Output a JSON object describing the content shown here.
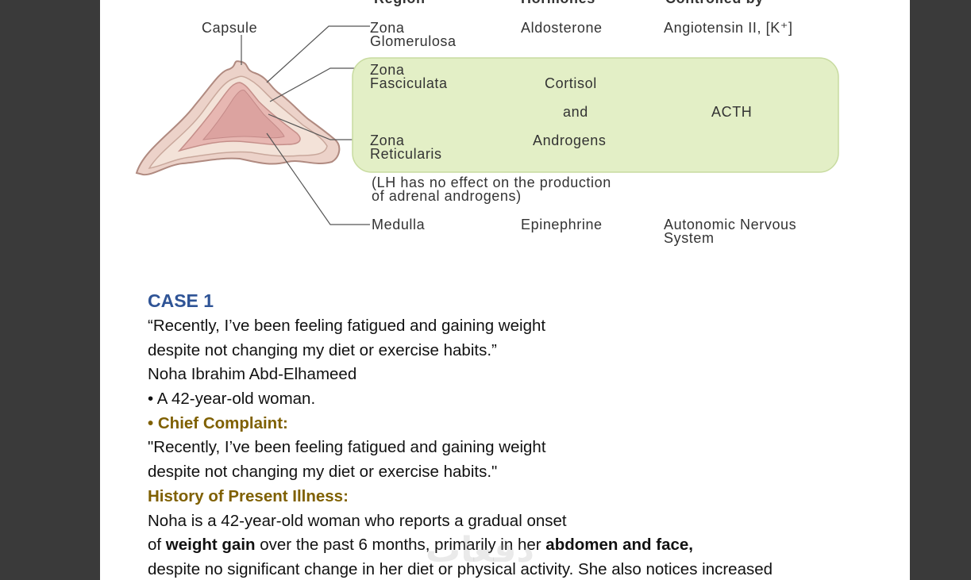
{
  "diagram": {
    "headers": {
      "region": "Region",
      "hormones": "Hormones",
      "controlled_by": "Controlled by"
    },
    "capsule_label": "Capsule",
    "zones": [
      {
        "region_line1": "Zona",
        "region_line2": "Glomerulosa",
        "hormone": "Aldosterone",
        "control": "Angiotensin II, [K⁺]"
      },
      {
        "region_line1": "Zona",
        "region_line2": "Fasciculata",
        "hormone": "Cortisol"
      },
      {
        "region_line1": "Zona",
        "region_line2": "Reticularis",
        "hormone": "Androgens"
      }
    ],
    "shared_hormone_connector": "and",
    "shared_control": "ACTH",
    "lh_note_line1": "(LH has no effect on the production",
    "lh_note_line2": "of adrenal androgens)",
    "medulla": {
      "region": "Medulla",
      "hormone": "Epinephrine",
      "control_line1": "Autonomic Nervous",
      "control_line2": "System"
    }
  },
  "case": {
    "title": "CASE 1",
    "quote_line1": "“Recently, I’ve been feeling fatigued and gaining weight",
    "quote_line2": "despite not changing my diet or exercise habits.”",
    "patient_name": "Noha Ibrahim Abd-Elhameed",
    "age_bullet": "• A 42-year-old woman.",
    "chief_complaint_heading": "• Chief Complaint:",
    "complaint_line1": "\"Recently, I’ve been feeling fatigued and gaining weight",
    "complaint_line2": "despite not changing my diet or exercise habits.\"",
    "hpi_heading": "History of Present Illness:",
    "hpi_line1": "Noha is a 42-year-old woman who reports a gradual onset",
    "hpi_line2_pre": "of ",
    "hpi_line2_bold1": "weight gain",
    "hpi_line2_mid": " over the past 6 months, primarily in her ",
    "hpi_line2_bold2": "abdomen and face,",
    "hpi_line3": "despite no significant change in her diet or physical activity. She also notices increased"
  },
  "watermark": "دفعات"
}
